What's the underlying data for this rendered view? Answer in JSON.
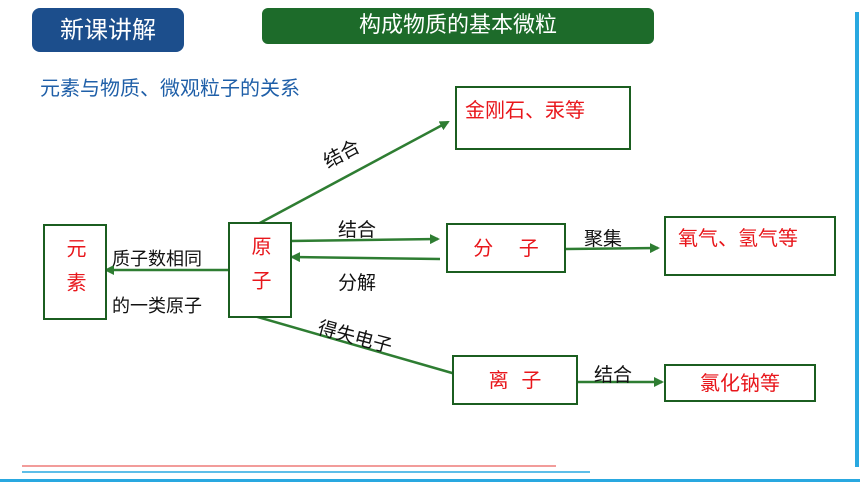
{
  "header": {
    "tag": "新课讲解",
    "title": "构成物质的基本微粒"
  },
  "subtitle": "元素与物质、微观粒子的关系",
  "nodes": {
    "element": "元素",
    "atom": "原子",
    "molecule": "分    子",
    "ion": "离  子",
    "diamond_mercury": "金刚石、汞等",
    "oxygen_hydrogen": "氧气、氢气等",
    "sodium_chloride": "氯化钠等"
  },
  "labels": {
    "same_protons_line1": "质子数相同",
    "same_protons_line2": "的一类原子",
    "combine_up": "结合",
    "combine_mid": "结合",
    "decompose": "分解",
    "gain_lose_electrons": "得失电子",
    "aggregate": "聚集",
    "combine_ion": "结合"
  },
  "colors": {
    "accent_blue": "#1c4e8c",
    "title_green": "#1d6b2a",
    "arrow_green": "#2e7d32",
    "node_text_red": "#e8161b",
    "subtitle_blue": "#1f5fa8",
    "frame_cyan": "#29a8e0",
    "rule_red": "#e53935"
  }
}
